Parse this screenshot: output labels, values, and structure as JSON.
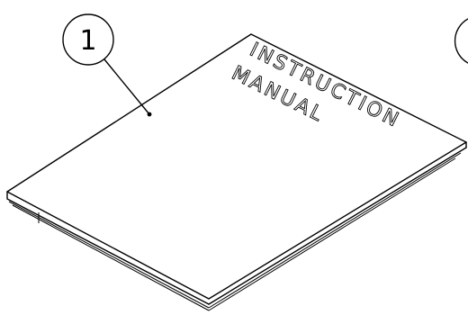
{
  "callouts": [
    {
      "label": "1"
    }
  ],
  "manual": {
    "line1": "INSTRUCTION",
    "line2": "MANUAL"
  }
}
